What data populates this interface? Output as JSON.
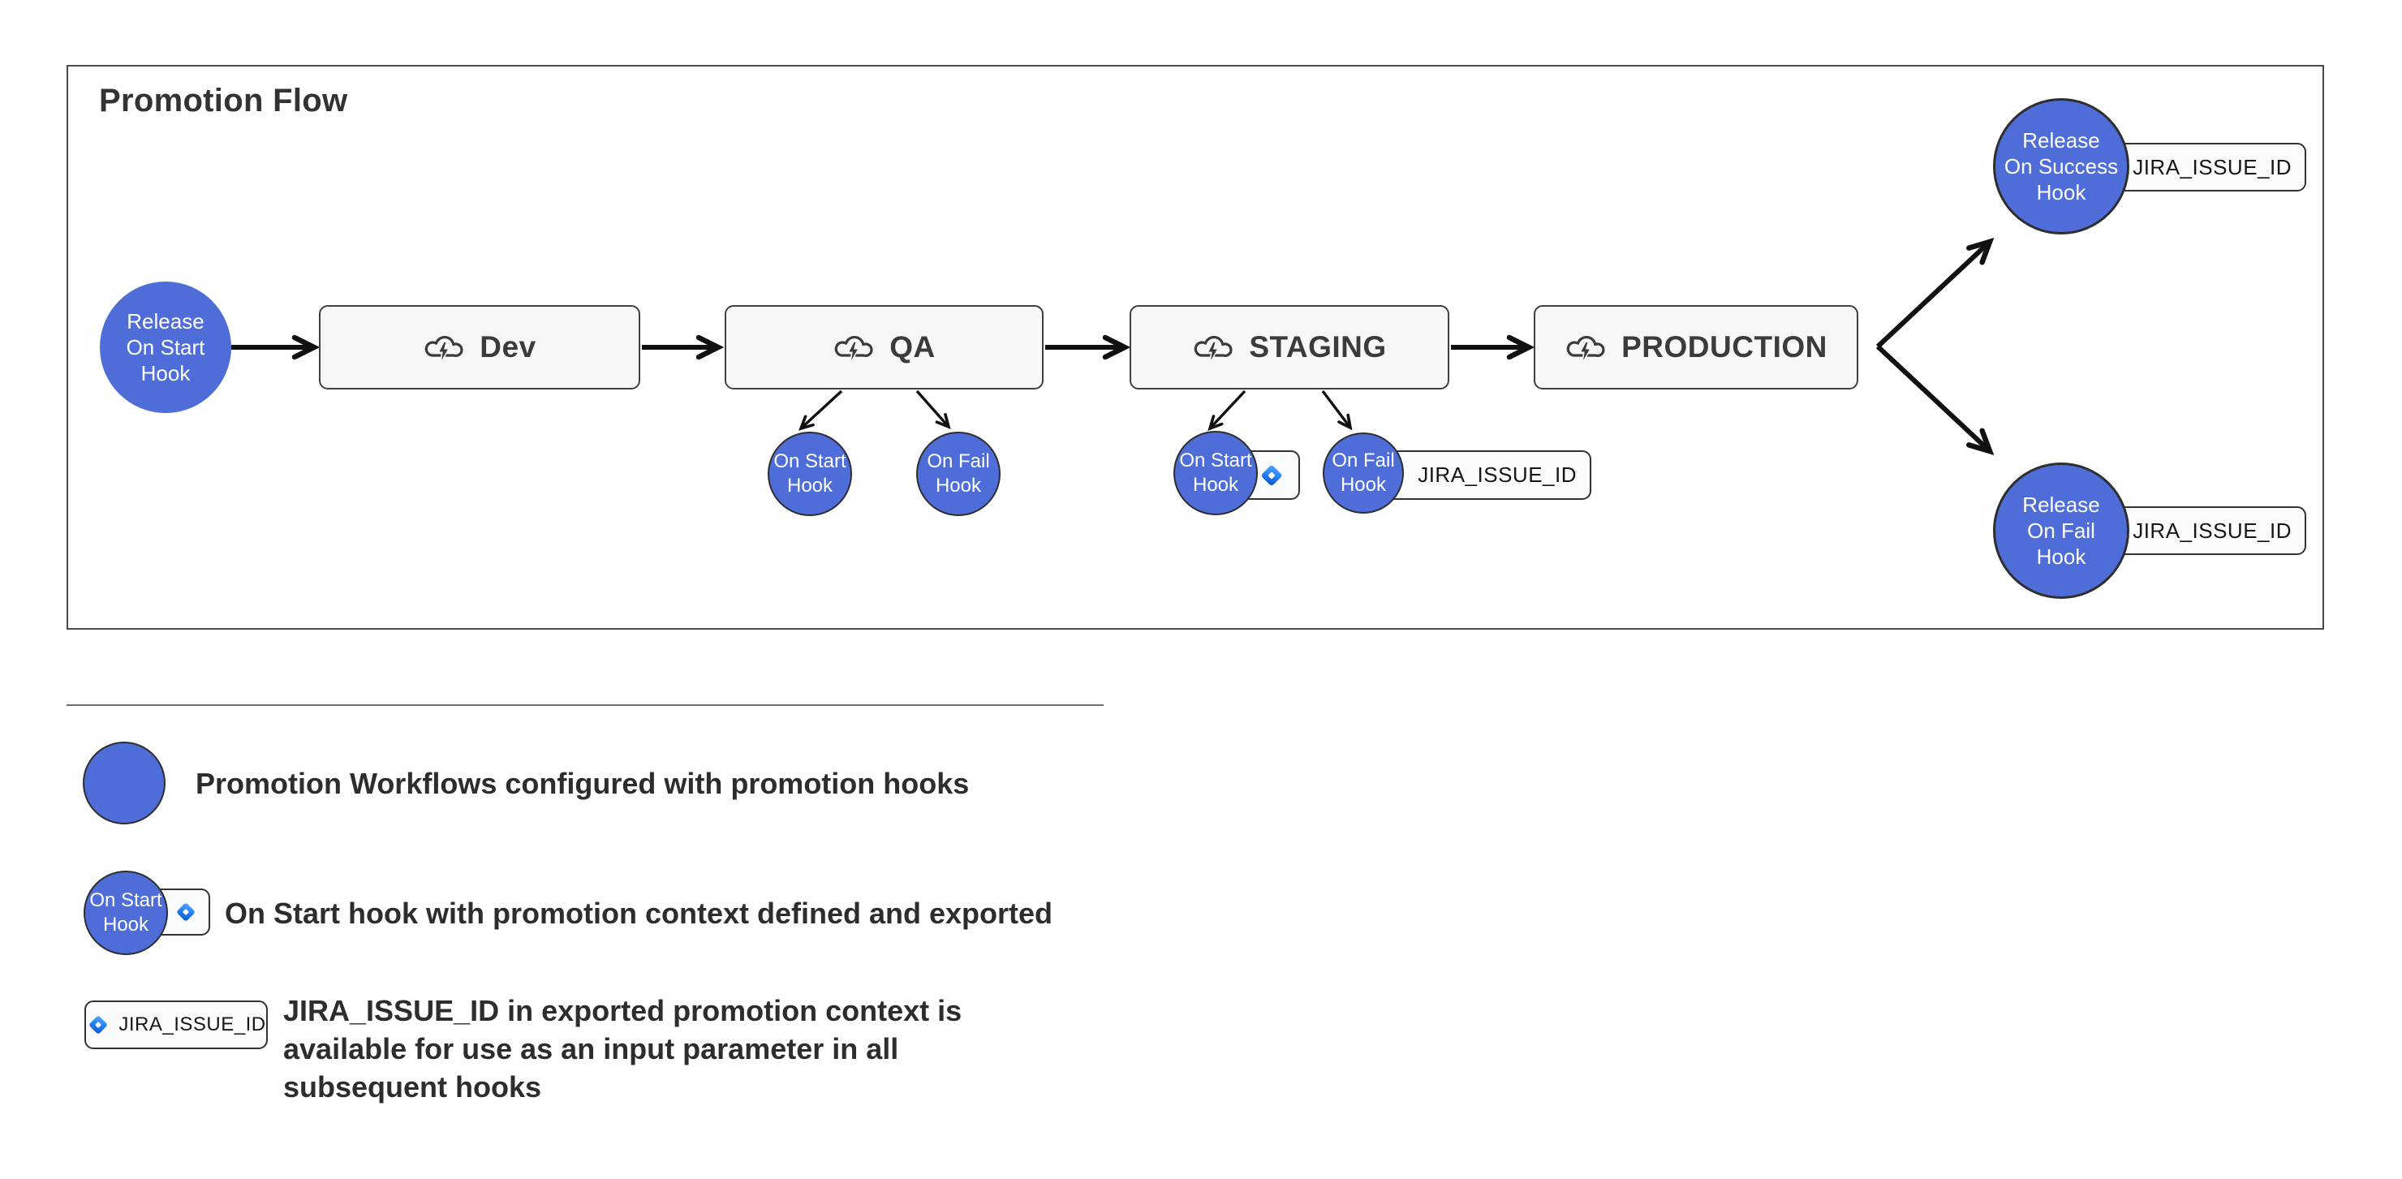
{
  "title": "Promotion Flow",
  "flow": {
    "start_hook": {
      "label": "Release\nOn Start\nHook"
    },
    "environments": [
      {
        "name": "Dev"
      },
      {
        "name": "QA"
      },
      {
        "name": "STAGING"
      },
      {
        "name": "PRODUCTION"
      }
    ],
    "qa_hooks": [
      {
        "label": "On Start\nHook"
      },
      {
        "label": "On Fail\nHook"
      }
    ],
    "staging_hooks": [
      {
        "label": "On Start\nHook",
        "context_badge": ""
      },
      {
        "label": "On Fail\nHook",
        "context_badge": "JIRA_ISSUE_ID"
      }
    ],
    "terminal_hooks": [
      {
        "label": "Release\nOn Success\nHook",
        "context_badge": "JIRA_ISSUE_ID"
      },
      {
        "label": "Release\nOn Fail\nHook",
        "context_badge": "JIRA_ISSUE_ID"
      }
    ]
  },
  "legend": {
    "items": [
      {
        "text": "Promotion Workflows configured with promotion hooks"
      },
      {
        "symbol_label": "On Start\nHook",
        "text": "On Start hook with promotion context defined and exported"
      },
      {
        "badge_label": "JIRA_ISSUE_ID",
        "text": "JIRA_ISSUE_ID in exported promotion context is\navailable for use as an input parameter in all\nsubsequent hooks"
      }
    ]
  },
  "colors": {
    "hook_blue": "#4e6dd8",
    "env_box_bg": "#f6f8f8",
    "border_dark": "#333333",
    "arrow_black": "#111111",
    "jira_blue": "#2684ff",
    "jira_blue_dark": "#1565d8"
  }
}
